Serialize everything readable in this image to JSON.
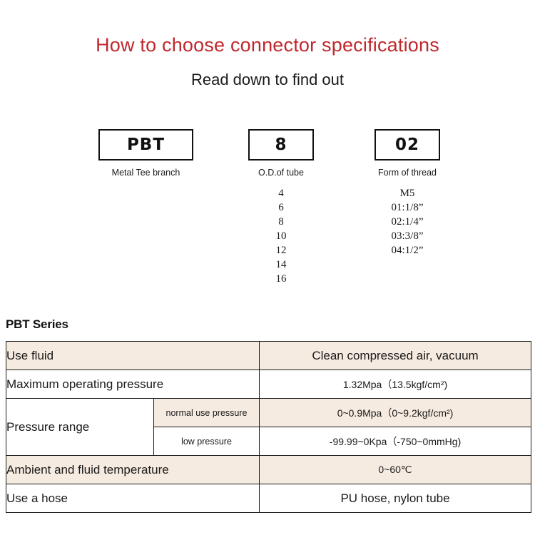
{
  "header": {
    "title": "How to choose connector specifications",
    "subtitle": "Read down to find out",
    "title_color": "#c0282d"
  },
  "code_groups": [
    {
      "id": "a",
      "code": "PBT",
      "caption": "Metal Tee branch",
      "options": []
    },
    {
      "id": "b",
      "code": "8",
      "caption": "O.D.of tube",
      "options": [
        "4",
        "6",
        "8",
        "10",
        "12",
        "14",
        "16"
      ]
    },
    {
      "id": "c",
      "code": "02",
      "caption": "Form of thread",
      "options": [
        "M5",
        "01:1/8”",
        "02:1/4”",
        "03:3/8”",
        "04:1/2”"
      ]
    }
  ],
  "series": {
    "label": "PBT Series"
  },
  "spec_table": {
    "row_beige_color": "#f6ebe0",
    "rows": [
      {
        "label": "Use fluid",
        "sublabel": null,
        "value": "Clean compressed air, vacuum",
        "shade": "beige",
        "value_size": "normal"
      },
      {
        "label": "Maximum operating pressure",
        "sublabel": null,
        "value": "1.32Mpa（13.5kgf/cm²)",
        "shade": "white",
        "value_size": "small"
      },
      {
        "label": "Pressure range",
        "sublabel": "normal use pressure",
        "value": "0~0.9Mpa（0~9.2kgf/cm²)",
        "shade": "beige",
        "value_size": "small"
      },
      {
        "label": null,
        "sublabel": "low pressure",
        "value": "-99.99~0Kpa（-750~0mmHg)",
        "shade": "white",
        "value_size": "small"
      },
      {
        "label": "Ambient and fluid temperature",
        "sublabel": null,
        "value": "0~60℃",
        "shade": "beige",
        "value_size": "small"
      },
      {
        "label": "Use a hose",
        "sublabel": null,
        "value": "PU hose, nylon tube",
        "shade": "white",
        "value_size": "normal"
      }
    ]
  }
}
